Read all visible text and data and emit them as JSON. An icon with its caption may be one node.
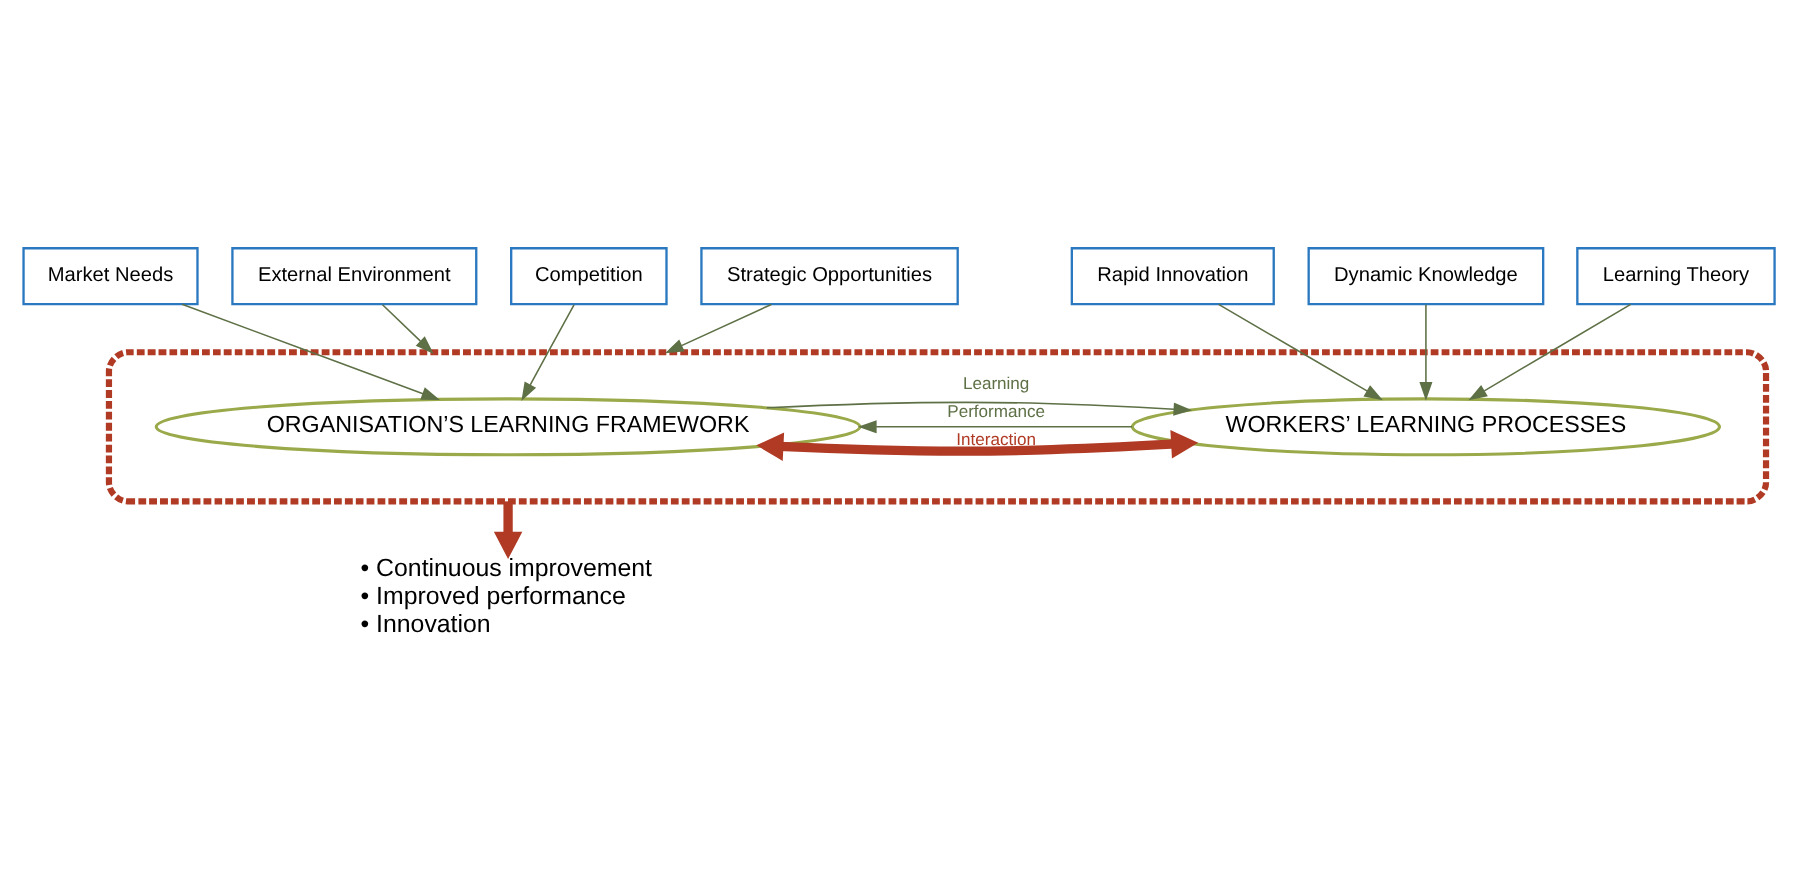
{
  "diagram": {
    "nodes": [
      {
        "text": [],
        "shape": "ellipse"
      },
      {
        "text": [
          "ORGANISATION’S LEARNING FRAMEWORK"
        ],
        "in": 0
      },
      {
        "text": [
          "WORKERS’ LEARNING PROCESSES"
        ],
        "in": 0
      },
      {
        "text": [
          "Strategic Opportunities"
        ]
      },
      {
        "text": [
          "External Environment"
        ]
      },
      {
        "text": [
          "Learning Theory"
        ]
      },
      {
        "text": [
          "Market Needs"
        ]
      },
      {
        "text": [
          "Rapid Innovation"
        ]
      },
      {
        "text": [
          "Competition"
        ]
      },
      {
        "text": [
          "Dynamic Knowledge"
        ]
      },
      {
        "text": [
          "• Continuous improvement",
          "• Improved performance",
          "• Innovation"
        ]
      }
    ],
    "edges": [
      {
        "from": 1,
        "to": 2,
        "arrow": "to",
        "label": "Learning"
      },
      {
        "from": 1,
        "to": 2,
        "arrow": "both",
        "label": "Interaction",
        "style": "thick",
        "color": "#b03a24"
      },
      {
        "from": 2,
        "to": 1,
        "arrow": "to",
        "label": "Performance"
      },
      {
        "from": 3,
        "to": 0,
        "arrow": "to"
      },
      {
        "from": 4,
        "to": 0,
        "arrow": "to"
      },
      {
        "from": 5,
        "to": 2,
        "arrow": "to"
      },
      {
        "from": 6,
        "to": 1,
        "arrow": "to"
      },
      {
        "from": 7,
        "to": 2,
        "arrow": "to"
      },
      {
        "from": 8,
        "to": 1,
        "arrow": "to"
      },
      {
        "from": 9,
        "to": 2,
        "arrow": "to"
      },
      {
        "from": 0,
        "to": 10,
        "arrow": "to",
        "style": "thick",
        "color": "#b03a24"
      }
    ]
  }
}
